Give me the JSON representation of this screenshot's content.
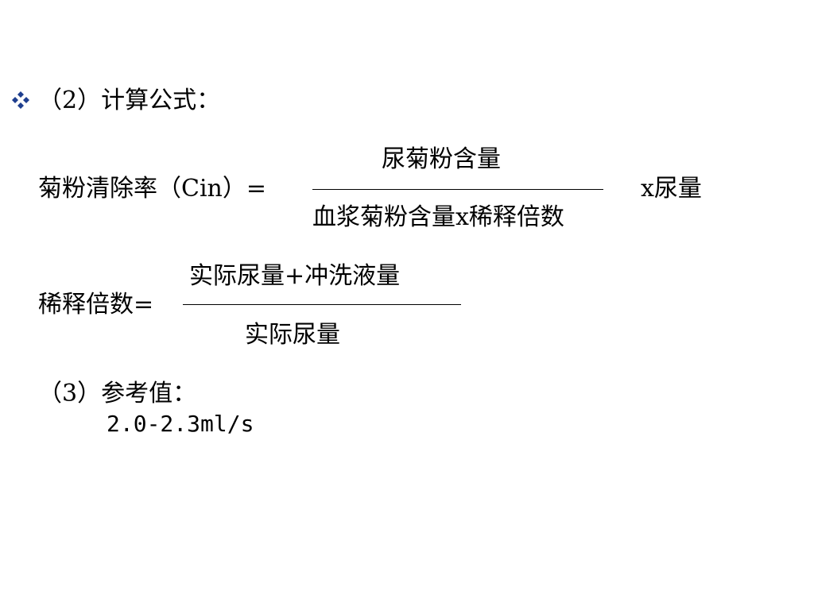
{
  "slide": {
    "heading": "（2）计算公式：",
    "bullet_icon": "diamond-bullet-icon",
    "bullet_color": "#1f3f8f",
    "formula1": {
      "lhs": "菊粉清除率（Cin）=",
      "numerator": "尿菊粉含量",
      "denominator": "血浆菊粉含量x稀释倍数",
      "multiplier": "x尿量"
    },
    "formula2": {
      "lhs": "稀释倍数=",
      "numerator": "实际尿量+冲洗液量",
      "denominator": "实际尿量"
    },
    "reference": {
      "label": "（3）参考值：",
      "value": "2.0-2.3ml/s"
    }
  }
}
